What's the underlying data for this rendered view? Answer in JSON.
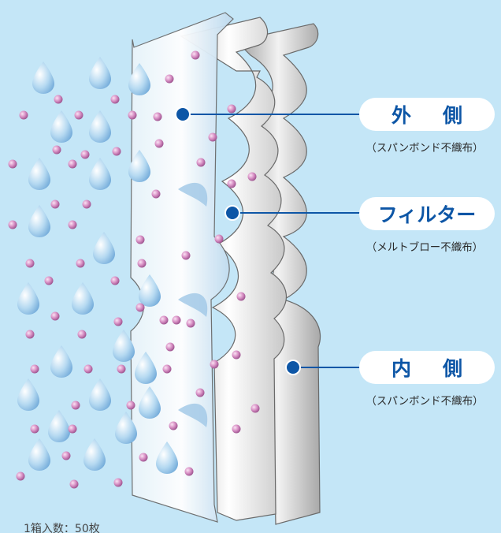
{
  "labels": [
    {
      "title": "外側",
      "subtitle": "（スパンボンド不織布）"
    },
    {
      "title": "フィルター",
      "subtitle": "（メルトブロー不織布）"
    },
    {
      "title": "内側",
      "subtitle": "（スパンボンド不織布）"
    }
  ],
  "footnote": "1箱入数：50枚",
  "colors": {
    "background": "#c4e6f7",
    "label_text": "#0d56a6",
    "leader_line": "#0d56a6",
    "particle": "#d98fc4",
    "droplet": "#a8d2ee"
  }
}
